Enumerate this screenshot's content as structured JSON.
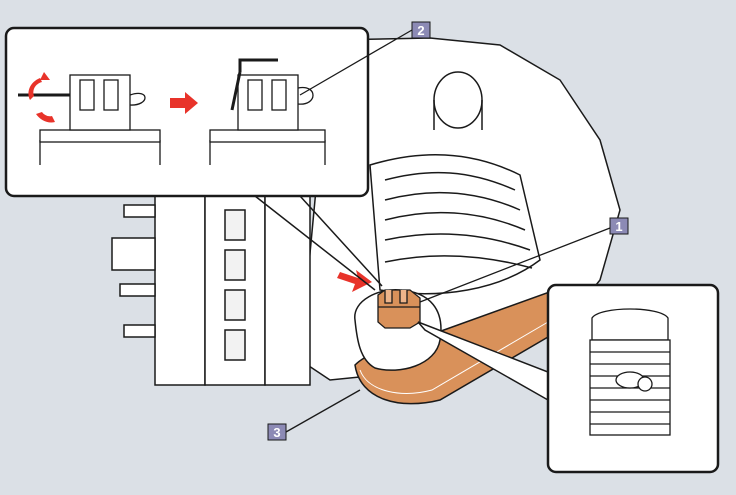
{
  "callouts": [
    {
      "label": "1"
    },
    {
      "label": "2"
    },
    {
      "label": "3"
    }
  ],
  "colors": {
    "background": "#dbe0e6",
    "part_highlight": "#d9915a",
    "part_highlight_light": "#eeb48a",
    "arrow": "#e8332a",
    "badge_fill": "#8c8ab5",
    "outline": "#1a1a1a"
  },
  "icons": {
    "rotate": "rotate-arrows-icon",
    "direction": "right-arrow-icon"
  }
}
